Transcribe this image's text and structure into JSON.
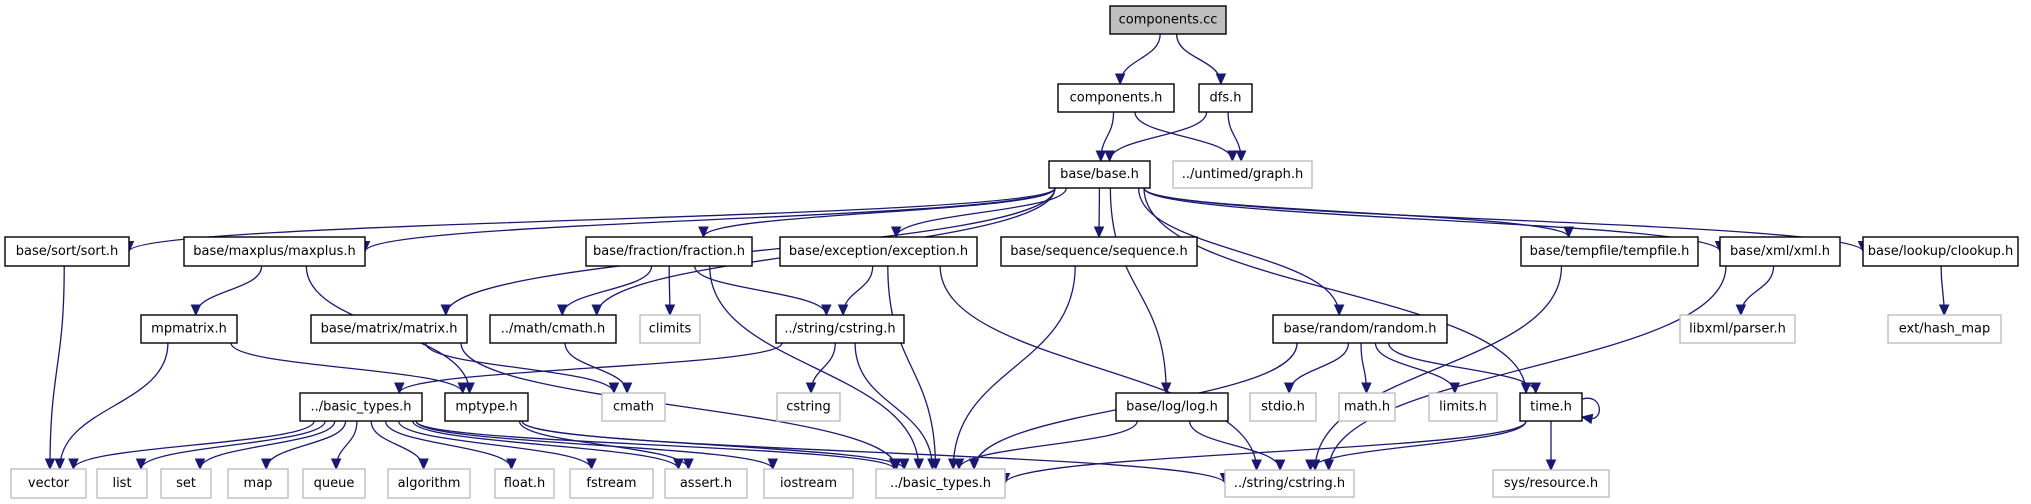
{
  "diagram": {
    "type": "include-dependency-graph",
    "root": "components.cc",
    "colors": {
      "edge": "#191970",
      "root_fill": "#bfbfbf",
      "local_border": "#000000",
      "external_border": "#bfbfbf"
    },
    "nodes": [
      {
        "id": "components_cc",
        "label": "components.cc",
        "kind": "root"
      },
      {
        "id": "components_h",
        "label": "components.h",
        "kind": "local"
      },
      {
        "id": "dfs_h",
        "label": "dfs.h",
        "kind": "local"
      },
      {
        "id": "base_h",
        "label": "base/base.h",
        "kind": "local"
      },
      {
        "id": "graph_h",
        "label": "../untimed/graph.h",
        "kind": "external"
      },
      {
        "id": "sort_h",
        "label": "base/sort/sort.h",
        "kind": "local"
      },
      {
        "id": "maxplus_h",
        "label": "base/maxplus/maxplus.h",
        "kind": "local"
      },
      {
        "id": "fraction_h",
        "label": "base/fraction/fraction.h",
        "kind": "local"
      },
      {
        "id": "exception_h",
        "label": "base/exception/exception.h",
        "kind": "local"
      },
      {
        "id": "sequence_h",
        "label": "base/sequence/sequence.h",
        "kind": "local"
      },
      {
        "id": "tempfile_h",
        "label": "base/tempfile/tempfile.h",
        "kind": "local"
      },
      {
        "id": "xml_h",
        "label": "base/xml/xml.h",
        "kind": "local"
      },
      {
        "id": "clookup_h",
        "label": "base/lookup/clookup.h",
        "kind": "local"
      },
      {
        "id": "mpmatrix_h",
        "label": "mpmatrix.h",
        "kind": "local"
      },
      {
        "id": "matrix_h",
        "label": "base/matrix/matrix.h",
        "kind": "local"
      },
      {
        "id": "mcmath_h",
        "label": "../math/cmath.h",
        "kind": "local"
      },
      {
        "id": "climits",
        "label": "climits",
        "kind": "external"
      },
      {
        "id": "scstring_h",
        "label": "../string/cstring.h",
        "kind": "local"
      },
      {
        "id": "random_h",
        "label": "base/random/random.h",
        "kind": "local"
      },
      {
        "id": "libxml_parser_h",
        "label": "libxml/parser.h",
        "kind": "external"
      },
      {
        "id": "hash_map",
        "label": "ext/hash_map",
        "kind": "external"
      },
      {
        "id": "basic_types_mid",
        "label": "../basic_types.h",
        "kind": "local"
      },
      {
        "id": "mptype_h",
        "label": "mptype.h",
        "kind": "local"
      },
      {
        "id": "cmath",
        "label": "cmath",
        "kind": "external"
      },
      {
        "id": "cstring",
        "label": "cstring",
        "kind": "external"
      },
      {
        "id": "log_h",
        "label": "base/log/log.h",
        "kind": "local"
      },
      {
        "id": "stdio_h",
        "label": "stdio.h",
        "kind": "external"
      },
      {
        "id": "math_h",
        "label": "math.h",
        "kind": "external"
      },
      {
        "id": "limits_h",
        "label": "limits.h",
        "kind": "external"
      },
      {
        "id": "time_h",
        "label": "time.h",
        "kind": "local"
      },
      {
        "id": "vector",
        "label": "vector",
        "kind": "external"
      },
      {
        "id": "list",
        "label": "list",
        "kind": "external"
      },
      {
        "id": "set",
        "label": "set",
        "kind": "external"
      },
      {
        "id": "map",
        "label": "map",
        "kind": "external"
      },
      {
        "id": "queue",
        "label": "queue",
        "kind": "external"
      },
      {
        "id": "algorithm",
        "label": "algorithm",
        "kind": "external"
      },
      {
        "id": "float_h",
        "label": "float.h",
        "kind": "external"
      },
      {
        "id": "fstream",
        "label": "fstream",
        "kind": "external"
      },
      {
        "id": "assert_h",
        "label": "assert.h",
        "kind": "external"
      },
      {
        "id": "iostream",
        "label": "iostream",
        "kind": "external"
      },
      {
        "id": "basic_types_bot",
        "label": "../basic_types.h",
        "kind": "external"
      },
      {
        "id": "string_cstring_bot",
        "label": "../string/cstring.h",
        "kind": "external"
      },
      {
        "id": "sys_resource_h",
        "label": "sys/resource.h",
        "kind": "external"
      }
    ],
    "edges": [
      [
        "components_cc",
        "components_h"
      ],
      [
        "components_cc",
        "dfs_h"
      ],
      [
        "components_h",
        "base_h"
      ],
      [
        "components_h",
        "graph_h"
      ],
      [
        "dfs_h",
        "base_h"
      ],
      [
        "dfs_h",
        "graph_h"
      ],
      [
        "base_h",
        "sort_h"
      ],
      [
        "base_h",
        "maxplus_h"
      ],
      [
        "base_h",
        "matrix_h"
      ],
      [
        "base_h",
        "mcmath_h"
      ],
      [
        "base_h",
        "fraction_h"
      ],
      [
        "base_h",
        "exception_h"
      ],
      [
        "base_h",
        "sequence_h"
      ],
      [
        "base_h",
        "log_h"
      ],
      [
        "base_h",
        "random_h"
      ],
      [
        "base_h",
        "time_h"
      ],
      [
        "base_h",
        "tempfile_h"
      ],
      [
        "base_h",
        "xml_h"
      ],
      [
        "base_h",
        "clookup_h"
      ],
      [
        "sort_h",
        "vector"
      ],
      [
        "maxplus_h",
        "mpmatrix_h"
      ],
      [
        "maxplus_h",
        "mptype_h"
      ],
      [
        "mpmatrix_h",
        "vector"
      ],
      [
        "mpmatrix_h",
        "mptype_h"
      ],
      [
        "matrix_h",
        "cmath"
      ],
      [
        "matrix_h",
        "basic_types_bot"
      ],
      [
        "mcmath_h",
        "cmath"
      ],
      [
        "fraction_h",
        "mcmath_h"
      ],
      [
        "fraction_h",
        "climits"
      ],
      [
        "fraction_h",
        "scstring_h"
      ],
      [
        "fraction_h",
        "basic_types_bot"
      ],
      [
        "exception_h",
        "scstring_h"
      ],
      [
        "exception_h",
        "basic_types_bot"
      ],
      [
        "exception_h",
        "string_cstring_bot"
      ],
      [
        "scstring_h",
        "basic_types_mid"
      ],
      [
        "scstring_h",
        "cstring"
      ],
      [
        "scstring_h",
        "basic_types_bot"
      ],
      [
        "sequence_h",
        "basic_types_bot"
      ],
      [
        "basic_types_mid",
        "vector"
      ],
      [
        "basic_types_mid",
        "list"
      ],
      [
        "basic_types_mid",
        "set"
      ],
      [
        "basic_types_mid",
        "map"
      ],
      [
        "basic_types_mid",
        "queue"
      ],
      [
        "basic_types_mid",
        "algorithm"
      ],
      [
        "basic_types_mid",
        "float_h"
      ],
      [
        "basic_types_mid",
        "fstream"
      ],
      [
        "basic_types_mid",
        "assert_h"
      ],
      [
        "basic_types_mid",
        "iostream"
      ],
      [
        "basic_types_mid",
        "basic_types_bot"
      ],
      [
        "mptype_h",
        "assert_h"
      ],
      [
        "mptype_h",
        "basic_types_bot"
      ],
      [
        "mptype_h",
        "string_cstring_bot"
      ],
      [
        "random_h",
        "basic_types_bot"
      ],
      [
        "random_h",
        "stdio_h"
      ],
      [
        "random_h",
        "math_h"
      ],
      [
        "random_h",
        "limits_h"
      ],
      [
        "random_h",
        "time_h"
      ],
      [
        "log_h",
        "basic_types_bot"
      ],
      [
        "log_h",
        "string_cstring_bot"
      ],
      [
        "time_h",
        "time_h"
      ],
      [
        "time_h",
        "basic_types_bot"
      ],
      [
        "time_h",
        "string_cstring_bot"
      ],
      [
        "time_h",
        "sys_resource_h"
      ],
      [
        "tempfile_h",
        "string_cstring_bot"
      ],
      [
        "xml_h",
        "libxml_parser_h"
      ],
      [
        "xml_h",
        "string_cstring_bot"
      ],
      [
        "clookup_h",
        "hash_map"
      ]
    ]
  }
}
